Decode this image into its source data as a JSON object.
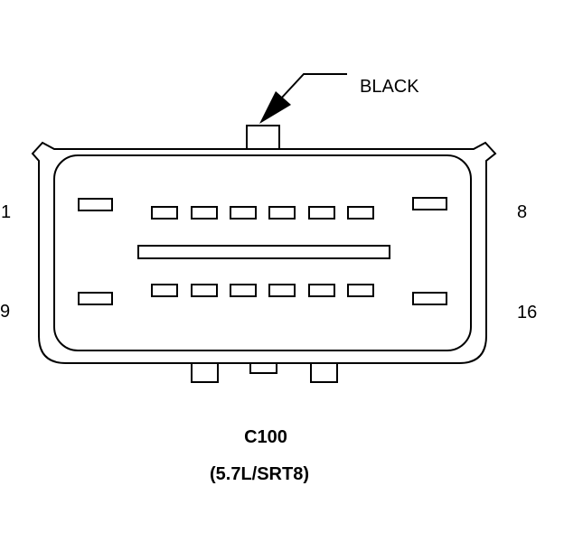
{
  "callout": {
    "color_label": "BLACK"
  },
  "pins": {
    "top_left": "1",
    "top_right": "8",
    "bottom_left": "9",
    "bottom_right": "16"
  },
  "connector": {
    "id": "C100",
    "variant": "(5.7L/SRT8)"
  }
}
